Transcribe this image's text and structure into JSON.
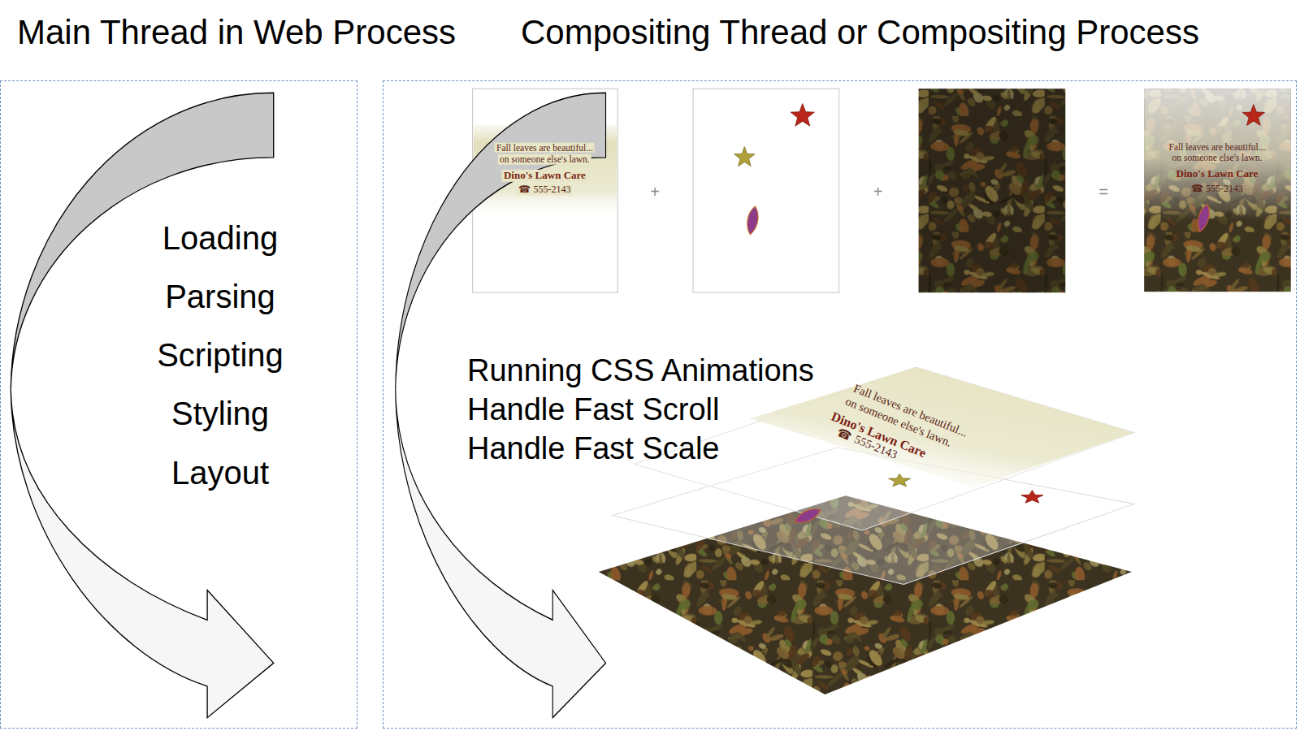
{
  "diagram": {
    "nodes": [
      {
        "text": [
          "Main Thread in Web Process",
          "Loading",
          "Parsing",
          "Scripting",
          "Styling",
          "Layout"
        ]
      },
      {
        "text": [
          "Compositing Thread or Compositing Process",
          "Running CSS Animations",
          "Handle Fast Scroll",
          "Handle Fast Scale"
        ]
      }
    ],
    "edges": [],
    "labels": [
      "Fall leaves are beautiful...",
      "on someone else's lawn.",
      "Dino's Lawn Care",
      "☎ 555-2143",
      "+",
      "+",
      "=",
      "Fall leaves are beautiful...",
      "on someone else's lawn.",
      "Dino's Lawn Care",
      "☎ 555-2143",
      "Fall leaves are beautiful...",
      "on someone else's lawn.",
      "Dino's Lawn Care",
      "☎ 555-2143"
    ]
  }
}
